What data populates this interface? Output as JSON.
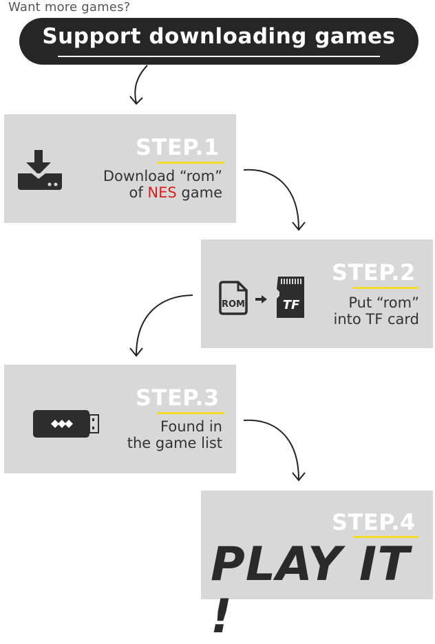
{
  "intro": "Want more games?",
  "banner": {
    "title": "Support downloading games"
  },
  "steps": [
    {
      "label": "STEP.1",
      "line1": "Download “rom”",
      "line2_pre": "of ",
      "line2_hl": "NES",
      "line2_post": " game",
      "icon": "download-icon"
    },
    {
      "label": "STEP.2",
      "line1": "Put “rom”",
      "line2": "into TF card",
      "icon_left": "rom-file-icon",
      "icon_left_text": "ROM",
      "icon_right": "tf-card-icon",
      "icon_right_text": "TF"
    },
    {
      "label": "STEP.3",
      "line1": "Found in",
      "line2": "the game list",
      "icon": "game-stick-icon"
    },
    {
      "label": "STEP.4",
      "action": "PLAY IT !"
    }
  ],
  "colors": {
    "banner_bg": "#262626",
    "box_bg": "#d8d8d8",
    "underline": "#f3dc26",
    "highlight": "#d81e1e"
  }
}
